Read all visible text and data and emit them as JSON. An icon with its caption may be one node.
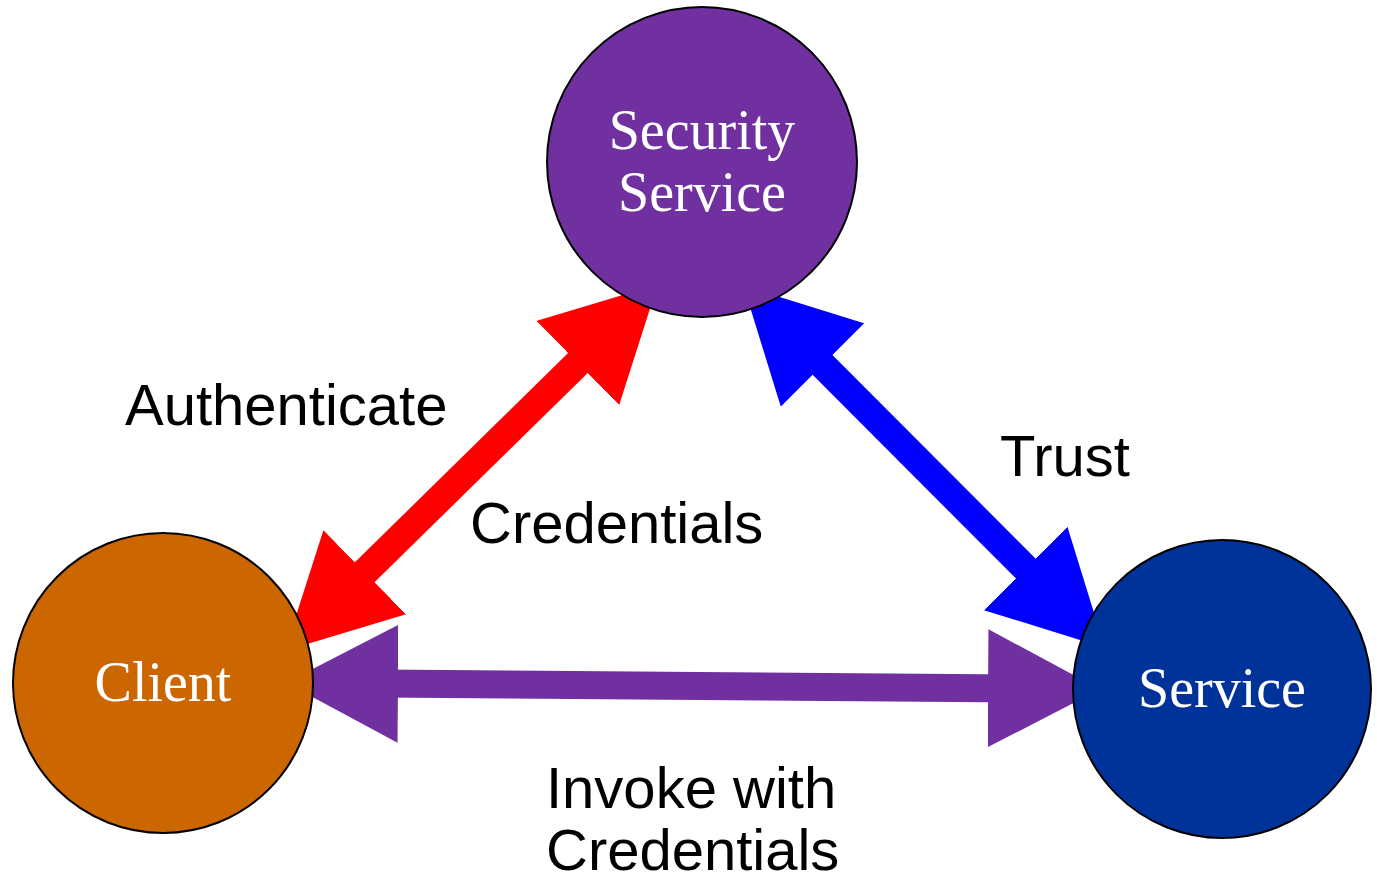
{
  "diagram": {
    "nodes": [
      {
        "text": [
          "Security Service"
        ]
      },
      {
        "text": [
          "Client"
        ]
      },
      {
        "text": [
          "Service"
        ]
      }
    ],
    "edges": [
      {
        "from": 1,
        "to": 0,
        "arrow": "both",
        "label": "Authenticate",
        "color": "#ff0000"
      },
      {
        "from": 0,
        "to": 2,
        "arrow": "both",
        "label": "Trust",
        "color": "#0000ff"
      },
      {
        "from": 1,
        "to": 2,
        "arrow": "both",
        "label": "Invoke with Credentials",
        "color": "#7030a0"
      }
    ],
    "labels": [
      "Credentials"
    ]
  }
}
